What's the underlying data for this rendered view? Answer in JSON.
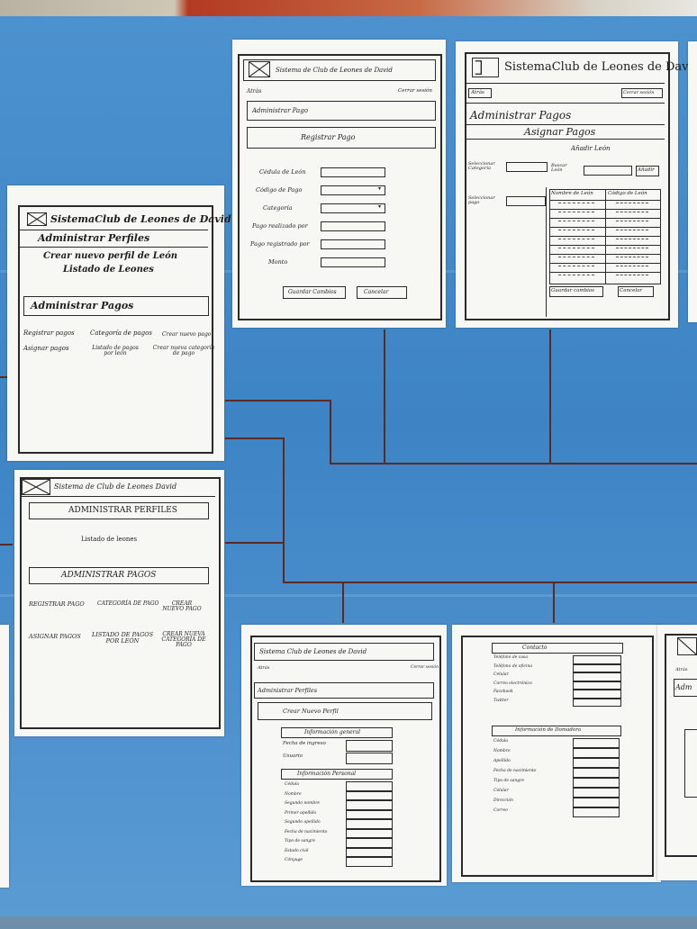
{
  "colors": {
    "board": "#3f87c6",
    "paper": "#f7f7f4",
    "ink": "#1d1d1d",
    "wire": "#5c2a22"
  },
  "sheet_left_top": {
    "title": "SistemaClub de Leones de David",
    "section1": "Administrar Perfiles",
    "link1": "Crear nuevo perfil de León",
    "link2": "Listado de Leones",
    "section2": "Administrar Pagos",
    "opt1": "Registrar pagos",
    "opt2": "Categoría de pagos",
    "opt3": "Crear nuevo pago",
    "opt4": "Asignar pagos",
    "opt5": "Listado de pagos por león",
    "opt6": "Crear nueva categoría de pago"
  },
  "sheet_left_bottom": {
    "title": "Sistema de Club de Leones David",
    "section1": "ADMINISTRAR PERFILES",
    "link1": "Listado de leones",
    "section2": "ADMINISTRAR PAGOS",
    "opt1": "REGISTRAR PAGO",
    "opt2": "CATEGORÍA DE PAGO",
    "opt3": "CREAR NUEVO PAGO",
    "opt4": "ASIGNAR PAGOS",
    "opt5": "LISTADO DE PAGOS POR LEÓN",
    "opt6": "CREAR NUEVA CATEGORÍA DE PAGO"
  },
  "sheet_mid_top": {
    "title": "Sistema de Club de Leones de David",
    "nav_back": "Atrás",
    "nav_logout": "Cerrar sesión",
    "crumb": "Administrar Pago",
    "heading": "Registrar Pago",
    "labels": [
      "Cédula de León",
      "Código de Pago",
      "Categoría",
      "Pago realizado por",
      "Pago registrado por",
      "Monto"
    ],
    "btn_save": "Guardar Cambios",
    "btn_cancel": "Cancelar"
  },
  "sheet_right_top": {
    "title": "SistemaClub de Leones de David",
    "nav_back": "Atrás",
    "nav_logout": "Cerrar sesión",
    "crumb": "Administrar Pagos",
    "heading": "Asignar Pagos",
    "sub": "Añadir León",
    "sel_cat": "Seleccionar Categoría",
    "search": "Buscar León",
    "btn_add": "Añadir",
    "sel_pago": "Seleccionar pago",
    "col1": "Nombre de León",
    "col2": "Código de León",
    "btn_save": "Guardar cambios",
    "btn_cancel": "Cancelar"
  },
  "sheet_mid_bottom": {
    "title": "Sistema Club de Leones de David",
    "nav_back": "Atrás",
    "nav_logout": "Cerrar sesión",
    "crumb": "Administrar Perfiles",
    "heading": "Crear Nuevo Perfil",
    "group1": "Información general",
    "g1_fields": [
      "Fecha de ingreso",
      "Usuario"
    ],
    "group2": "Información Personal",
    "g2_fields": [
      "Cédula",
      "Nombre",
      "Segundo nombre",
      "Primer apellido",
      "Segundo apellido",
      "Fecha de nacimiento",
      "Tipo de sangre",
      "Estado civil",
      "Cónyuge"
    ]
  },
  "sheet_right_bottom": {
    "group1": "Contacto",
    "g1_fields": [
      "Teléfono de casa",
      "Teléfono de oficina",
      "Celular",
      "Correo electrónico",
      "Facebook",
      "Twitter"
    ],
    "group2": "Información de Domadora",
    "g2_fields": [
      "Cédula",
      "Nombre",
      "Apellido",
      "Fecha de nacimiento",
      "Tipo de sangre",
      "Celular",
      "Dirección",
      "Correo"
    ]
  },
  "sheet_edge_right": {
    "nav_back": "Atrás",
    "crumb": "Adm"
  }
}
